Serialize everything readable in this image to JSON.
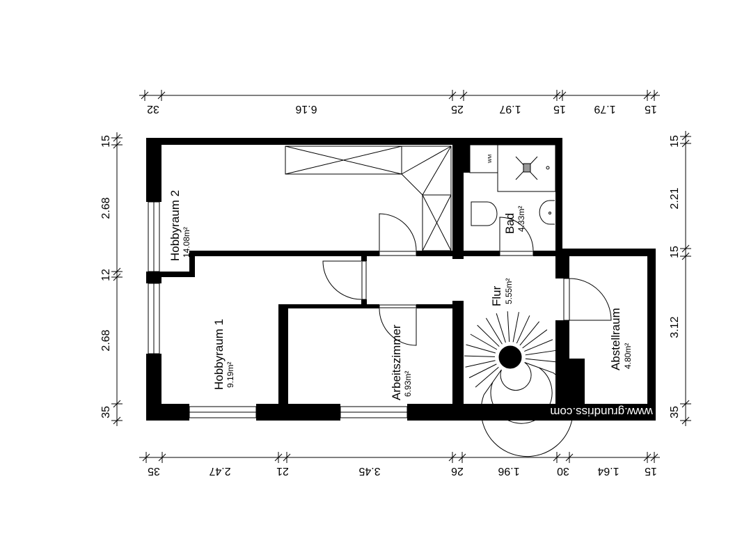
{
  "rooms": [
    {
      "name": "Hobbyraum 2",
      "area": "14.08m²"
    },
    {
      "name": "Hobbyraum 1",
      "area": "9.19m²"
    },
    {
      "name": "Arbeitszimmer",
      "area": "6.93m²"
    },
    {
      "name": "Flur",
      "area": "5.55m²"
    },
    {
      "name": "Bad",
      "area": "4.33m²"
    },
    {
      "name": "Abstellraum",
      "area": "4.80m²"
    }
  ],
  "fixtures": {
    "washer": "WM"
  },
  "watermark": "www.grundriss.com",
  "dimensions": {
    "top": [
      "32",
      "6.16",
      "25",
      "1.97",
      "15",
      "1.79",
      "15"
    ],
    "bottom": [
      "35",
      "2.47",
      "21",
      "3.45",
      "26",
      "1.96",
      "30",
      "1.64",
      "15"
    ],
    "left": [
      "15",
      "2.68",
      "12",
      "2.68",
      "35"
    ],
    "right": [
      "15",
      "2.21",
      "15",
      "3.12",
      "35"
    ]
  }
}
